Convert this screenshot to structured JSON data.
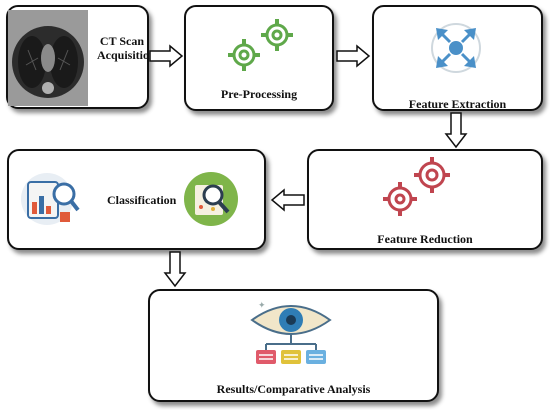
{
  "steps": {
    "ct_scan": {
      "line1": "CT Scan",
      "line2": "Acquisition"
    },
    "preprocessing": {
      "label": "Pre-Processing"
    },
    "feature_extraction": {
      "label": "Feature Extraction"
    },
    "feature_reduction": {
      "label": "Feature Reduction"
    },
    "classification": {
      "label": "Classification"
    },
    "results": {
      "label": "Results/Comparative Analysis"
    }
  },
  "icons": {
    "ct_image": "ct-scan-image",
    "preprocessing": "gears-icon",
    "feature_extraction": "arrows-inward-icon",
    "feature_reduction": "gears-icon",
    "classification_left": "data-analysis-icon",
    "classification_right": "magnifier-chart-icon",
    "results": "eye-hierarchy-icon"
  },
  "colors": {
    "green_gear": "#5fa84a",
    "red_gear": "#c0454f",
    "blue_icon": "#4a90c8",
    "green_circle": "#7fb54a"
  }
}
